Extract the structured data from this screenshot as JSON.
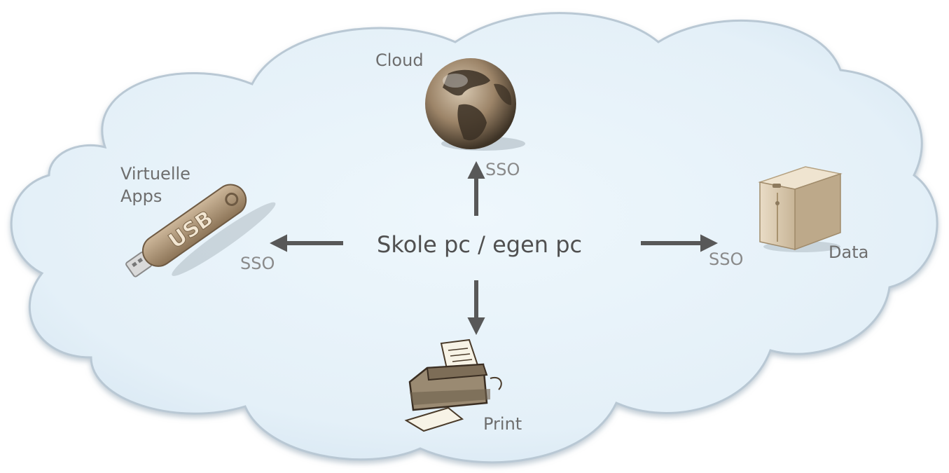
{
  "diagram": {
    "center_label": "Skole pc / egen pc",
    "nodes": {
      "cloud": {
        "label": "Cloud",
        "connector": "SSO",
        "icon": "globe-icon"
      },
      "apps": {
        "label_line1": "Virtuelle",
        "label_line2": "Apps",
        "connector": "SSO",
        "icon": "usb-drive-icon"
      },
      "data": {
        "label": "Data",
        "connector": "SSO",
        "icon": "server-icon"
      },
      "print": {
        "label": "Print",
        "icon": "printer-icon"
      }
    },
    "colors": {
      "cloud_fill": "#e8f3fa",
      "cloud_outline": "#b9c8d4",
      "arrow": "#585858",
      "text": "#6e6e6e"
    }
  }
}
